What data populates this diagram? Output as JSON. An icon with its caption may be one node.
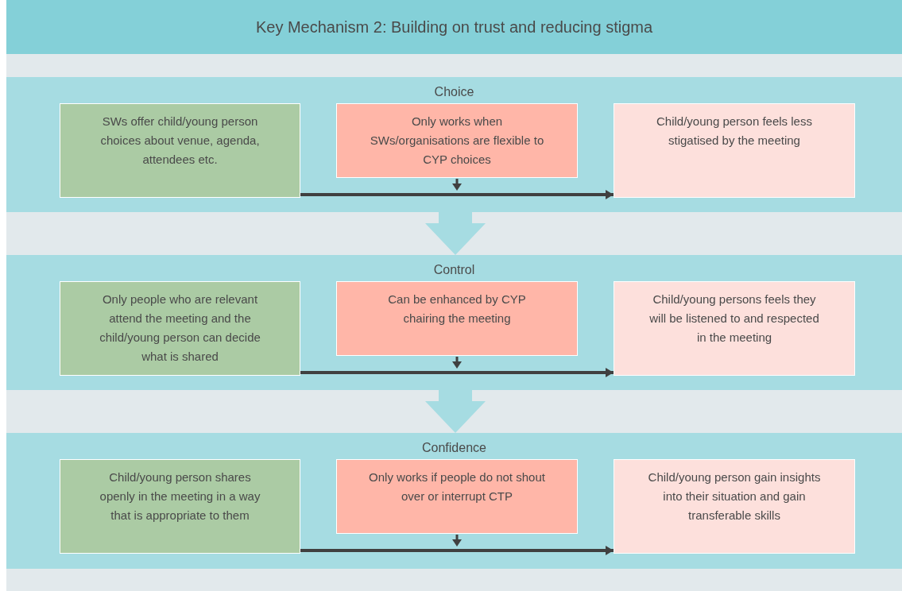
{
  "diagram": {
    "title": "Key Mechanism 2: Building on trust and reducing stigma",
    "nodes": [
      {
        "text": [
          "Choice"
        ]
      },
      {
        "text": [
          "SWs offer child/young person choices about venue, agenda, attendees etc."
        ],
        "in": 0
      },
      {
        "text": [
          "Only works when SWs/organisations are flexible to CYP choices"
        ],
        "in": 0
      },
      {
        "text": [
          "Child/young person feels less stigatised by the meeting"
        ],
        "in": 0
      },
      {
        "text": [
          "Control"
        ]
      },
      {
        "text": [
          "Only people who are relevant attend the meeting and the child/young person can decide what is shared"
        ],
        "in": 4
      },
      {
        "text": [
          "Can be enhanced by CYP chairing the meeting"
        ],
        "in": 4
      },
      {
        "text": [
          "Child/young persons feels they will be listened to and respected in the meeting"
        ],
        "in": 4
      },
      {
        "text": [
          "Confidence"
        ]
      },
      {
        "text": [
          "Child/young person shares openly in the meeting in a way that is appropriate to them"
        ],
        "in": 8
      },
      {
        "text": [
          "Only works if people do not shout over or interrupt CTP"
        ],
        "in": 8
      },
      {
        "text": [
          "Child/young person gain insights into their situation and gain transferable skills"
        ],
        "in": 8
      }
    ],
    "edges": [
      {
        "from": 1,
        "to": 3,
        "arrow": "to"
      },
      {
        "from": 2,
        "to": null,
        "arrow": "to"
      },
      {
        "from": 0,
        "to": 4,
        "arrow": "to",
        "style": "thick",
        "color": "#a6dce2"
      },
      {
        "from": 5,
        "to": 7,
        "arrow": "to"
      },
      {
        "from": 6,
        "to": null,
        "arrow": "to"
      },
      {
        "from": 4,
        "to": 8,
        "arrow": "to",
        "style": "thick",
        "color": "#a6dce2"
      },
      {
        "from": 9,
        "to": 11,
        "arrow": "to"
      },
      {
        "from": 10,
        "to": null,
        "arrow": "to"
      }
    ]
  }
}
